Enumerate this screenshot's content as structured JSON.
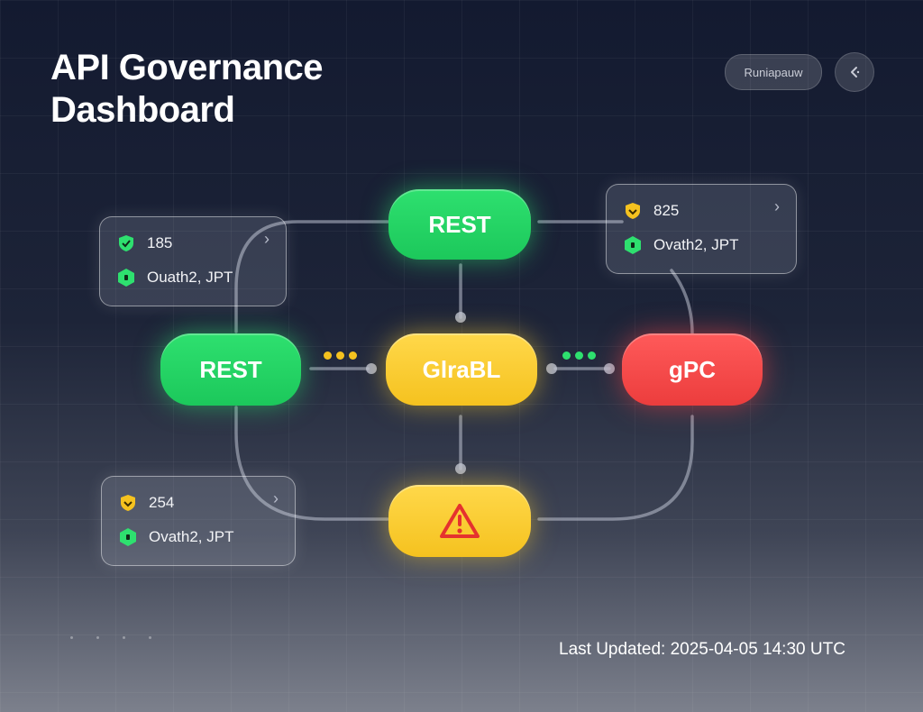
{
  "page": {
    "title": "API Governance Dashboard",
    "header_button_label": "Runiapauw",
    "back_button_icon": "chevron-left-icon",
    "last_updated": "Last Updated: 2025-04-05 14:30 UTC"
  },
  "nodes": {
    "top": {
      "label": "REST",
      "color": "#2ee06f"
    },
    "left": {
      "label": "REST",
      "color": "#2ee06f"
    },
    "center": {
      "label": "GlraBL",
      "color": "#ffd84a"
    },
    "right": {
      "label": "gPC",
      "color": "#ff5a5a"
    },
    "bottom": {
      "label": "",
      "icon": "warning-icon",
      "color": "#ffd84a"
    }
  },
  "cards": {
    "top_left": {
      "count": "185",
      "count_icon": "shield-check-icon",
      "count_icon_color": "#2ee06f",
      "auth": "Ouath2, JPT",
      "auth_icon": "lock-shield-icon"
    },
    "top_right": {
      "count": "825",
      "count_icon": "shield-check-icon",
      "count_icon_color": "#f5c21f",
      "auth": "Ovath2, JPT",
      "auth_icon": "lock-shield-icon"
    },
    "bottom_left": {
      "count": "254",
      "count_icon": "shield-check-icon",
      "count_icon_color": "#f5c21f",
      "auth": "Ovath2, JPT",
      "auth_icon": "lock-shield-icon"
    }
  },
  "flow_indicators": {
    "left_dots_color": "#f5c21f",
    "right_dots_color": "#2ee06f"
  }
}
